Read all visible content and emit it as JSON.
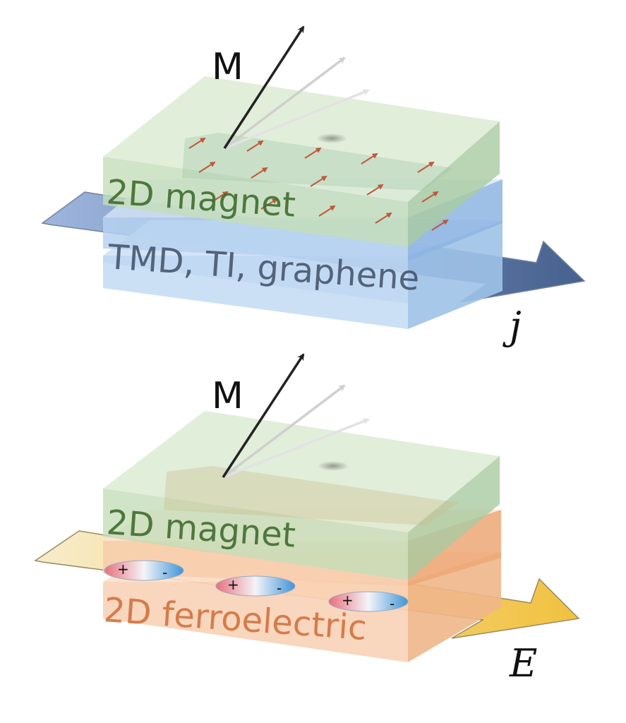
{
  "top_panel": {
    "magnetization_label": "M",
    "magnet_layer_label": "2D magnet",
    "substrate_label": "TMD, TI, graphene",
    "current_label": "j",
    "colors": {
      "magnet": "#cfe6c4",
      "substrate": "#a9cdf0",
      "current_arrow": "#2f4f86",
      "spin_arrows": "#c0583b",
      "label_magnet": "#3f6d2e",
      "label_substrate": "#3f4f66"
    }
  },
  "bottom_panel": {
    "magnetization_label": "M",
    "magnet_layer_label": "2D magnet",
    "ferro_layer_label": "2D ferroelectric",
    "field_label": "E",
    "dipole_plus": "+",
    "dipole_minus": "-",
    "colors": {
      "magnet": "#cfe6c4",
      "ferroelectric": "#f7c6a4",
      "field_arrow": "#f0c433",
      "label_magnet": "#3f6d2e",
      "label_ferro": "#d1733e",
      "dipole_plus": "#e9707d",
      "dipole_minus": "#3f95d8"
    }
  }
}
